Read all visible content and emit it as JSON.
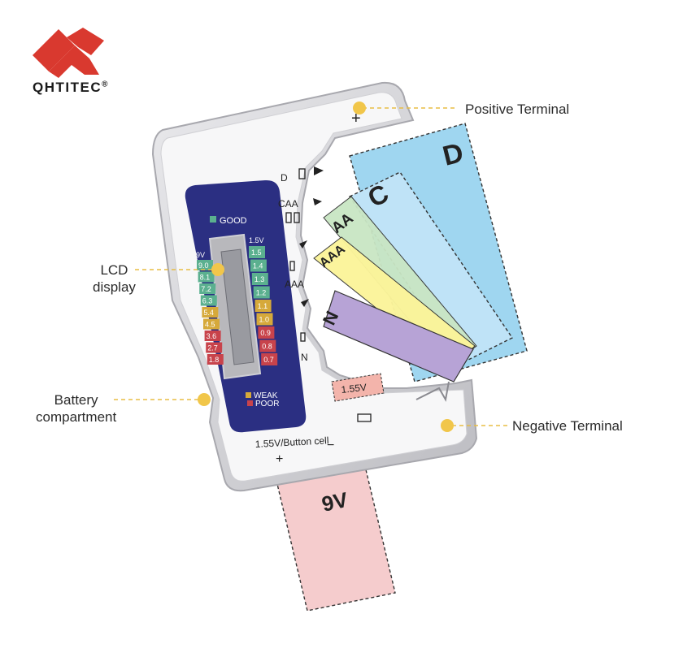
{
  "brand": {
    "name": "QHTITEC",
    "registered": "®"
  },
  "callouts": {
    "positive_terminal": "Positive Terminal",
    "negative_terminal": "Negative Terminal",
    "lcd_display_line1": "LCD",
    "lcd_display_line2": "display",
    "battery_compartment_line1": "Battery",
    "battery_compartment_line2": "compartment"
  },
  "device": {
    "plus_sign": "+",
    "minus_sign": "−",
    "button_cell_label": "1.55V/Button cell",
    "slot_labels": {
      "d": "D",
      "caa": "CAA",
      "aaa": "AAA",
      "n": "N"
    }
  },
  "lcd": {
    "good_label": "GOOD",
    "weak_label": "WEAK",
    "poor_label": "POOR",
    "col_9v_header": "9V",
    "col_15v_header": "1.5V",
    "scale_9v": [
      "9.0",
      "8.1",
      "7.2",
      "6.3",
      "5.4",
      "4.5",
      "3.6",
      "2.7",
      "1.8"
    ],
    "scale_15v": [
      "1.5",
      "1.4",
      "1.3",
      "1.2",
      "1.1",
      "1.0",
      "0.9",
      "0.8",
      "0.7"
    ],
    "scale_colors": [
      "#5bb08f",
      "#5bb08f",
      "#5bb08f",
      "#5bb08f",
      "#d6a93a",
      "#d6a93a",
      "#c8434b",
      "#c8434b",
      "#c8434b"
    ]
  },
  "batteries": {
    "d": "D",
    "c": "C",
    "aa": "AA",
    "aaa": "AAA",
    "n": "N",
    "button": "1.55V",
    "nine_volt": "9V"
  },
  "colors": {
    "brand_red": "#d9392f",
    "callout_dash": "#e8bd45",
    "lcd_blue": "#2b2f82",
    "d_battery": "#9fd6f0",
    "c_battery": "#bfe3f7",
    "aa_battery": "#c9e6c4",
    "aaa_battery": "#fbf49a",
    "n_battery": "#b7a3d6",
    "button_cell": "#f3b4ab",
    "nine_volt_battery": "#f5cccd"
  }
}
